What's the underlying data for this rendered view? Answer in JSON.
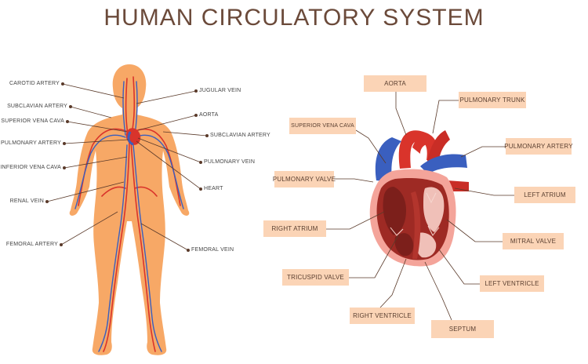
{
  "title": "HUMAN CIRCULATORY SYSTEM",
  "colors": {
    "skin": "#f7a866",
    "artery": "#d9342b",
    "vein": "#3a5fbf",
    "box": "#fbd4b6",
    "title": "#6b4a3a"
  },
  "body_labels": {
    "carotid_artery": "CAROTID ARTERY",
    "subclavian_artery_left": "SUBCLAVIAN ARTERY",
    "superior_vena_cava": "SUPERIOR VENA CAVA",
    "pulmonary_artery": "PULMONARY ARTERY",
    "inferior_vena_cava": "INFERIOR VENA CAVA",
    "renal_vein": "RENAL VEIN",
    "femoral_artery": "FEMORAL ARTERY",
    "jugular_vein": "JUGULAR VEIN",
    "aorta": "AORTA",
    "subclavian_artery_right": "SUBCLAVIAN ARTERY",
    "pulmonary_vein": "PULMONARY VEIN",
    "heart": "HEART",
    "femoral_vein": "FEMORAL VEIN"
  },
  "heart_labels": {
    "aorta": "AORTA",
    "pulmonary_trunk": "PULMONARY TRUNK",
    "superior_vena_cava": "SUPERIOR VENA CAVA",
    "pulmonary_artery": "PULMONARY ARTERY",
    "pulmonary_valve": "PULMONARY VALVE",
    "left_atrium": "LEFT ATRIUM",
    "right_atrium": "RIGHT ATRIUM",
    "mitral_valve": "MITRAL VALVE",
    "tricuspid_valve": "TRICUSPID VALVE",
    "left_ventricle": "LEFT VENTRICLE",
    "right_ventricle": "RIGHT VENTRICLE",
    "septum": "SEPTUM"
  }
}
